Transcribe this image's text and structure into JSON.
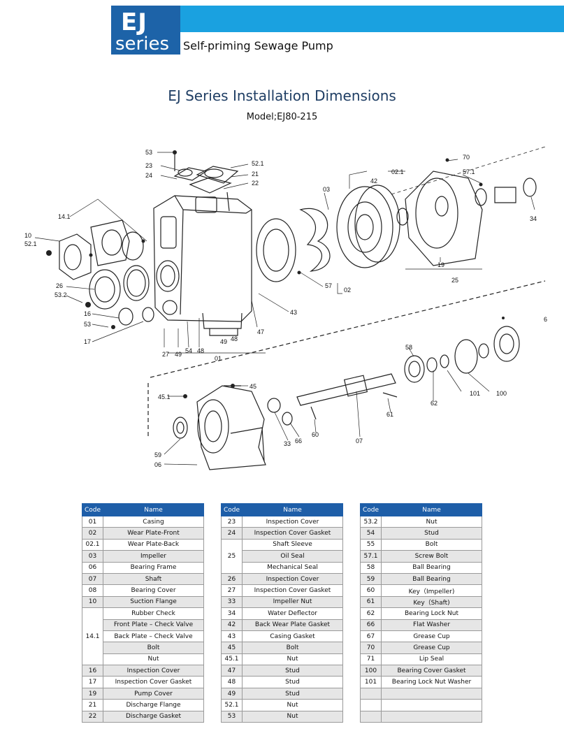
{
  "header": {
    "logo_big": "EJ",
    "logo_small": "series",
    "subtitle": "Self-priming Sewage Pump"
  },
  "title": "EJ Series Installation Dimensions",
  "model": "Model;EJ80-215",
  "colors": {
    "logo": "#1d63a8",
    "bar": "#1aa1e0",
    "title": "#1f3e64",
    "table_header": "#1e5ea8"
  },
  "diagram_labels": [
    "53",
    "23",
    "24",
    "52.1",
    "21",
    "22",
    "14.1",
    "10",
    "52.1",
    "26",
    "53.2",
    "16",
    "53",
    "17",
    "27",
    "49",
    "54",
    "48",
    "49",
    "48",
    "01",
    "47",
    "43",
    "57",
    "02",
    "03",
    "42",
    "02.1",
    "19",
    "25",
    "70",
    "57.1",
    "34",
    "6",
    "58",
    "101",
    "100",
    "62",
    "61",
    "07",
    "60",
    "66",
    "33",
    "45",
    "45.1",
    "59",
    "06"
  ],
  "tables": [
    {
      "header": [
        "Code",
        "Name"
      ],
      "rows": [
        {
          "code": "01",
          "name": "Casing"
        },
        {
          "code": "02",
          "name": "Wear Plate-Front"
        },
        {
          "code": "02.1",
          "name": "Wear Plate-Back"
        },
        {
          "code": "03",
          "name": "Impeller"
        },
        {
          "code": "06",
          "name": "Bearing Frame"
        },
        {
          "code": "07",
          "name": "Shaft"
        },
        {
          "code": "08",
          "name": "Bearing Cover"
        },
        {
          "code": "10",
          "name": "Suction Flange"
        },
        {
          "code": "14.1",
          "name": "Rubber Check",
          "span": 5
        },
        {
          "code": "",
          "name": "Front Plate – Check Valve"
        },
        {
          "code": "",
          "name": "Back Plate – Check Valve"
        },
        {
          "code": "",
          "name": "Bolt"
        },
        {
          "code": "",
          "name": "Nut"
        },
        {
          "code": "16",
          "name": "Inspection Cover"
        },
        {
          "code": "17",
          "name": "Inspection Cover Gasket"
        },
        {
          "code": "19",
          "name": "Pump Cover"
        },
        {
          "code": "21",
          "name": "Discharge Flange"
        },
        {
          "code": "22",
          "name": "Discharge Gasket"
        }
      ]
    },
    {
      "header": [
        "Code",
        "Name"
      ],
      "rows": [
        {
          "code": "23",
          "name": "Inspection Cover"
        },
        {
          "code": "24",
          "name": "Inspection Cover Gasket"
        },
        {
          "code": "25",
          "name": "Shaft Sleeve",
          "span": 3
        },
        {
          "code": "",
          "name": "Oil Seal"
        },
        {
          "code": "",
          "name": "Mechanical Seal"
        },
        {
          "code": "26",
          "name": "Inspection Cover"
        },
        {
          "code": "27",
          "name": "Inspection Cover Gasket"
        },
        {
          "code": "33",
          "name": "Impeller Nut"
        },
        {
          "code": "34",
          "name": "Water Deflector"
        },
        {
          "code": "42",
          "name": "Back Wear Plate Gasket"
        },
        {
          "code": "43",
          "name": "Casing Gasket"
        },
        {
          "code": "45",
          "name": "Bolt"
        },
        {
          "code": "45.1",
          "name": "Nut"
        },
        {
          "code": "47",
          "name": "Stud"
        },
        {
          "code": "48",
          "name": "Stud"
        },
        {
          "code": "49",
          "name": "Stud"
        },
        {
          "code": "52.1",
          "name": "Nut"
        },
        {
          "code": "53",
          "name": "Nut"
        }
      ]
    },
    {
      "header": [
        "Code",
        "Name"
      ],
      "rows": [
        {
          "code": "53.2",
          "name": "Nut"
        },
        {
          "code": "54",
          "name": "Stud"
        },
        {
          "code": "55",
          "name": "Bolt"
        },
        {
          "code": "57.1",
          "name": "Screw Bolt"
        },
        {
          "code": "58",
          "name": "Ball Bearing"
        },
        {
          "code": "59",
          "name": "Ball Bearing"
        },
        {
          "code": "60",
          "name": "Key（Impeller)"
        },
        {
          "code": "61",
          "name": "Key（Shaft)"
        },
        {
          "code": "62",
          "name": "Bearing Lock Nut"
        },
        {
          "code": "66",
          "name": "Flat Washer"
        },
        {
          "code": "67",
          "name": "Grease Cup"
        },
        {
          "code": "70",
          "name": "Grease Cup"
        },
        {
          "code": "71",
          "name": "Lip Seal"
        },
        {
          "code": "100",
          "name": "Bearing Cover Gasket"
        },
        {
          "code": "101",
          "name": "Bearing Lock Nut Washer"
        },
        {
          "code": "",
          "name": ""
        },
        {
          "code": "",
          "name": ""
        },
        {
          "code": "",
          "name": ""
        }
      ]
    }
  ]
}
